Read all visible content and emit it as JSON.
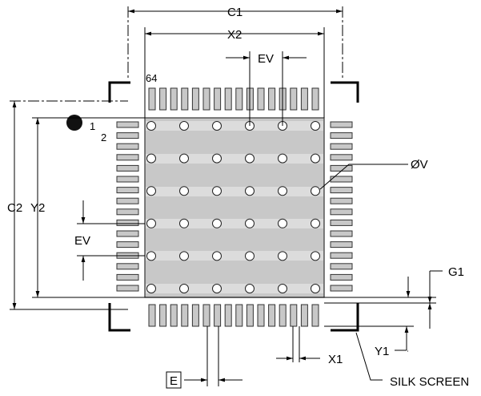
{
  "labels": {
    "c1": "C1",
    "x2": "X2",
    "ev_top": "EV",
    "pin64": "64",
    "pin1": "1",
    "pin2": "2",
    "via_dia": "ØV",
    "c2": "C2",
    "y2": "Y2",
    "ev_left": "EV",
    "g1": "G1",
    "y1": "Y1",
    "x1": "X1",
    "e": "E",
    "silk_screen": "SILK SCREEN"
  },
  "package": {
    "pins_per_side": 16,
    "total_pins": 64,
    "via_grid": [
      6,
      6
    ]
  },
  "colors": {
    "pad": "#c8c8c8",
    "pad_stripe": "#dcdcdc",
    "outline": "#333333"
  }
}
